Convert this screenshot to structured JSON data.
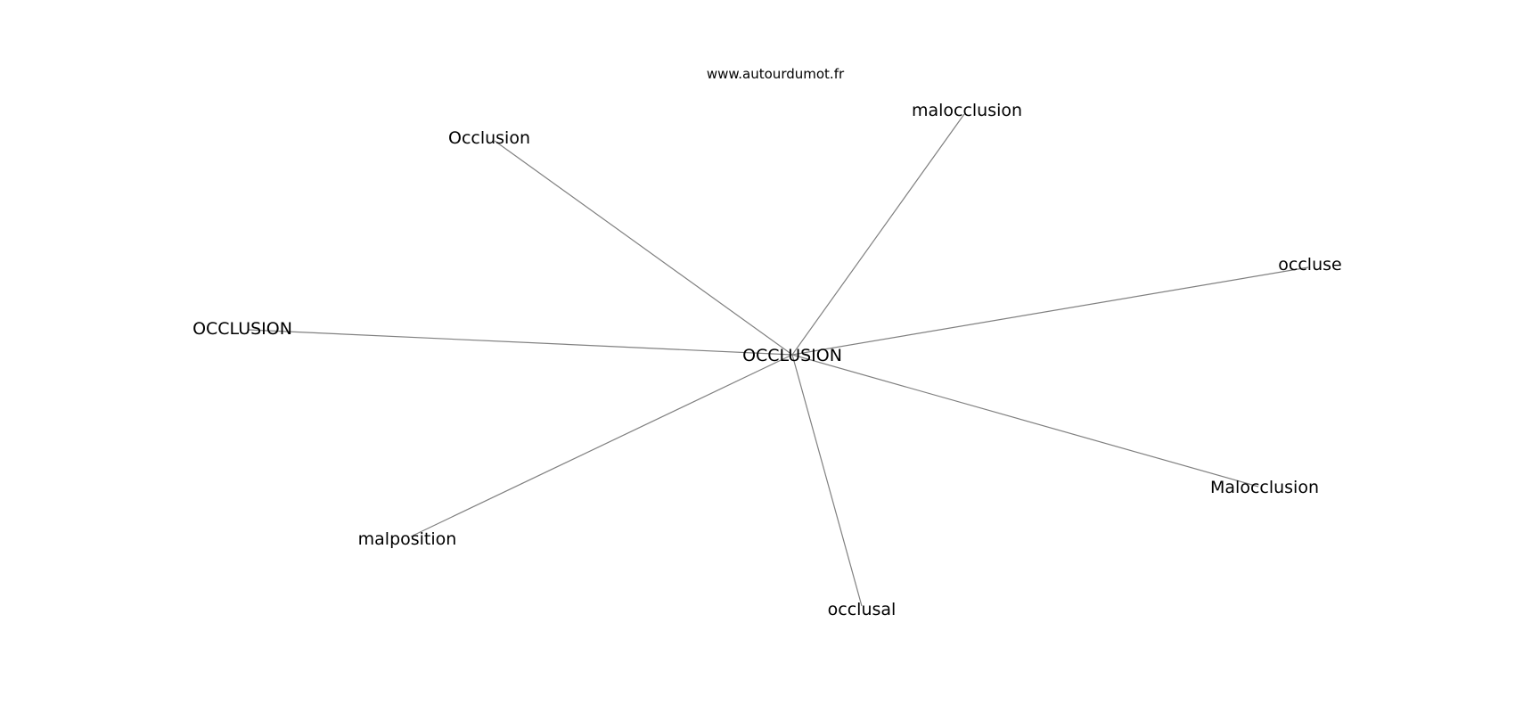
{
  "source": "www.autourdumot.fr",
  "center": {
    "label": "OCCLUSION"
  },
  "neighbors": [
    {
      "label": "Occlusion"
    },
    {
      "label": "malocclusion"
    },
    {
      "label": "occluse"
    },
    {
      "label": "OCCLUSION"
    },
    {
      "label": "Malocclusion"
    },
    {
      "label": "malposition"
    },
    {
      "label": "occlusal"
    }
  ]
}
